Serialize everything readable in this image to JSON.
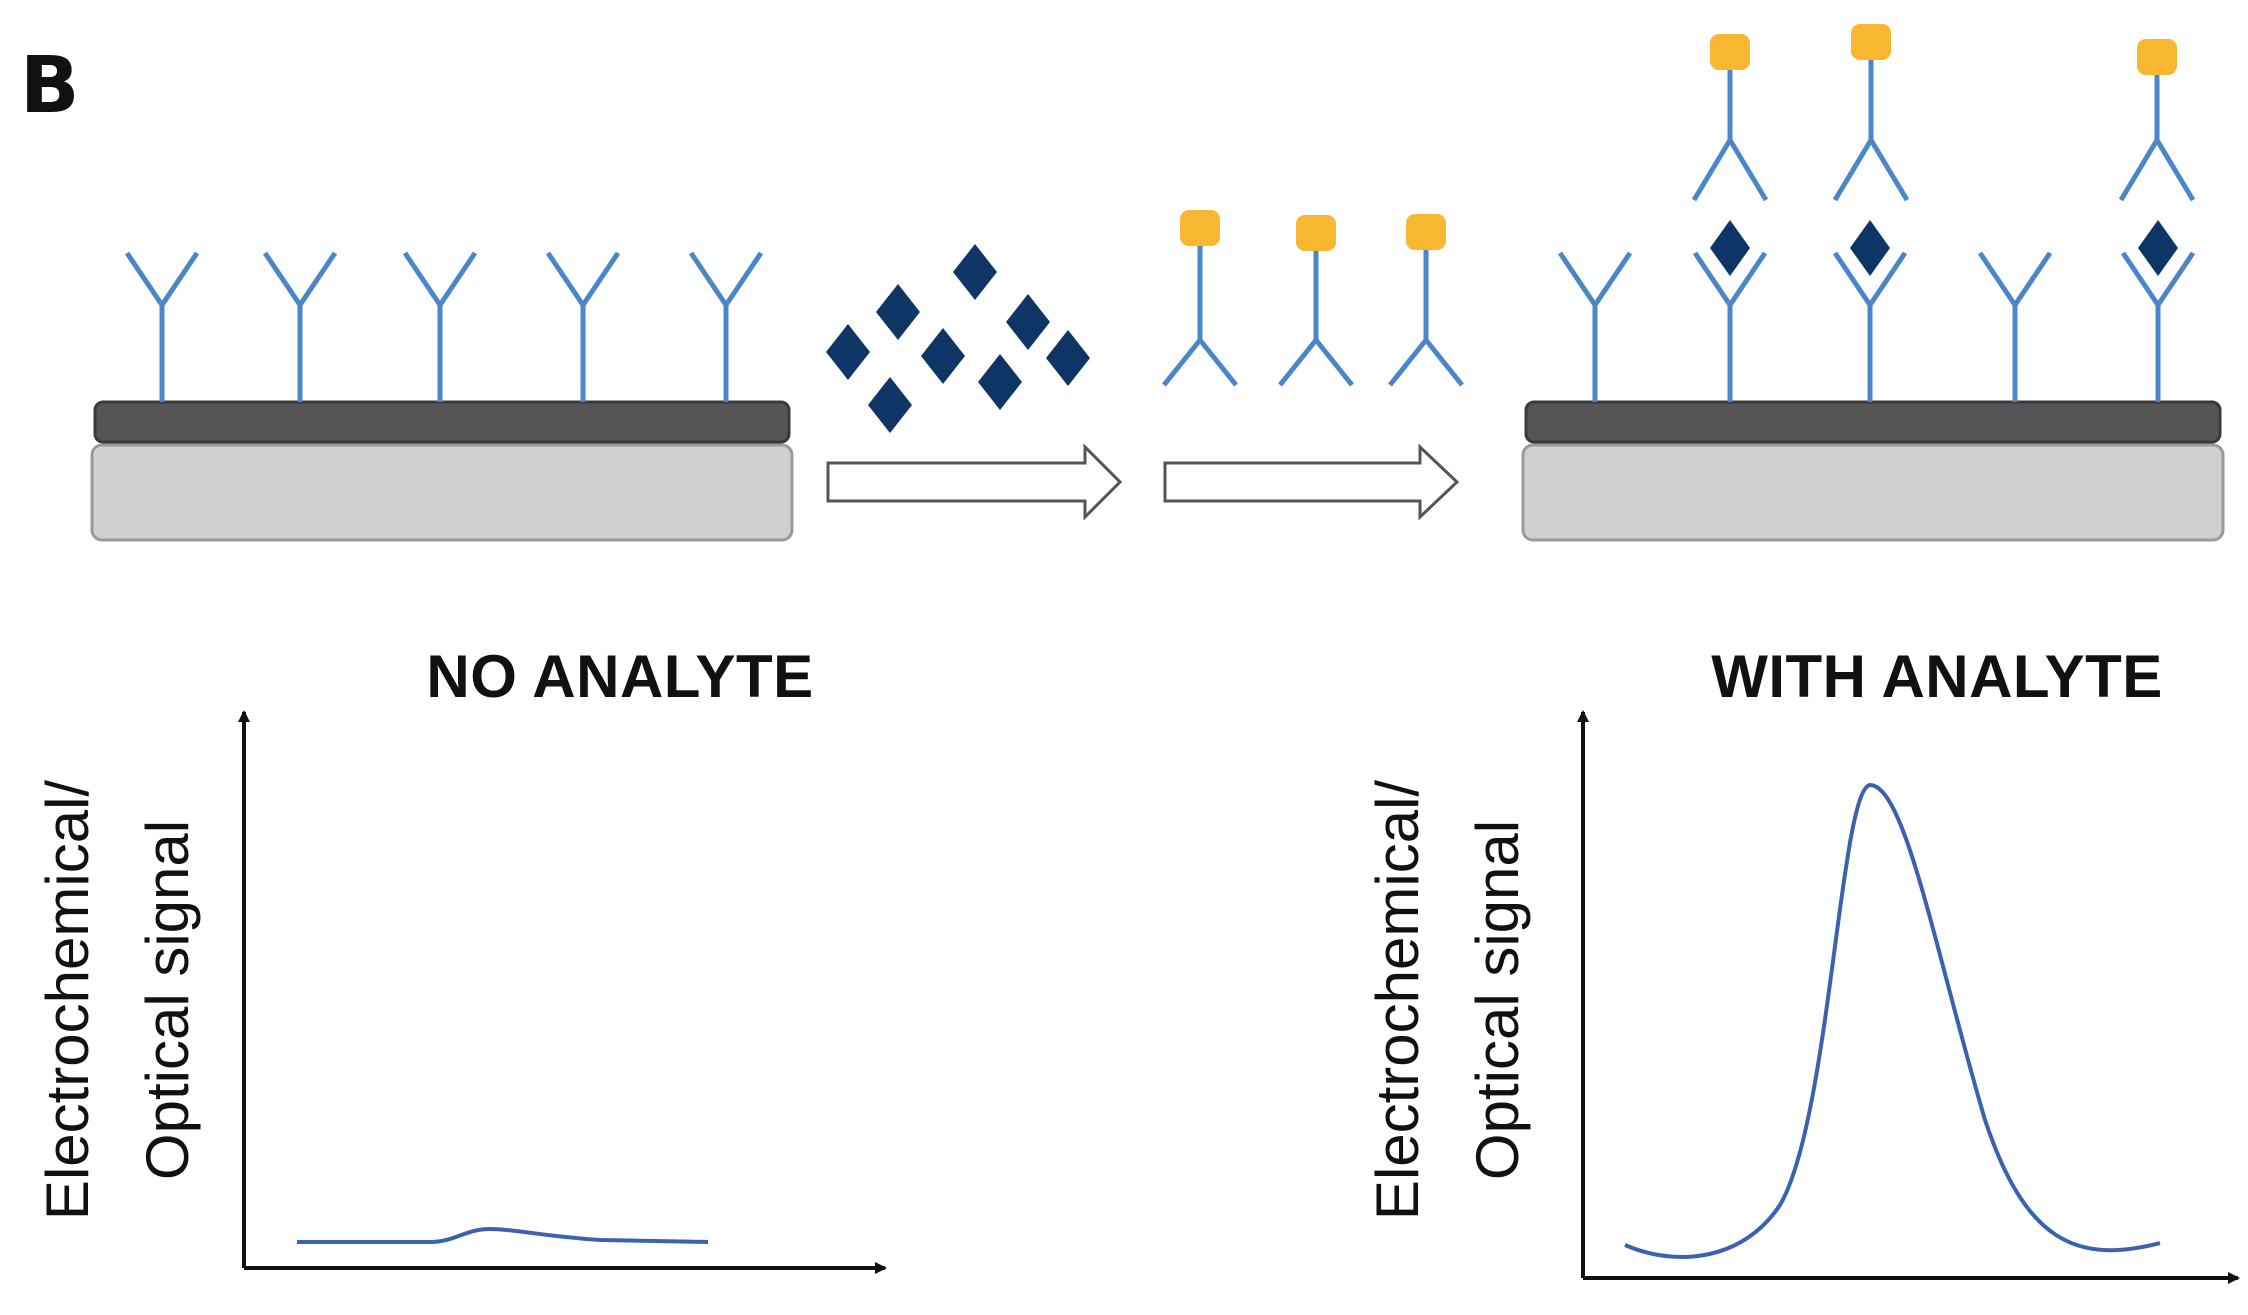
{
  "figure": {
    "panel_letter": "B",
    "colors": {
      "antibody": "#4a86c8",
      "label": "#f7b731",
      "analyte": "#0f3566",
      "substrate_top": "#555555",
      "substrate_base": "#d0d0d0",
      "curve": "#3a62ad",
      "axis": "#111111"
    }
  },
  "graphs": [
    {
      "title": "NO ANALYTE",
      "ylabel_line1": "Electrochemical/",
      "ylabel_line2": "Optical signal",
      "curve": "flat baseline with small bump"
    },
    {
      "title": "WITH ANALYTE",
      "ylabel_line1": "Electrochemical/",
      "ylabel_line2": "Optical signal",
      "curve": "single tall peak"
    }
  ]
}
